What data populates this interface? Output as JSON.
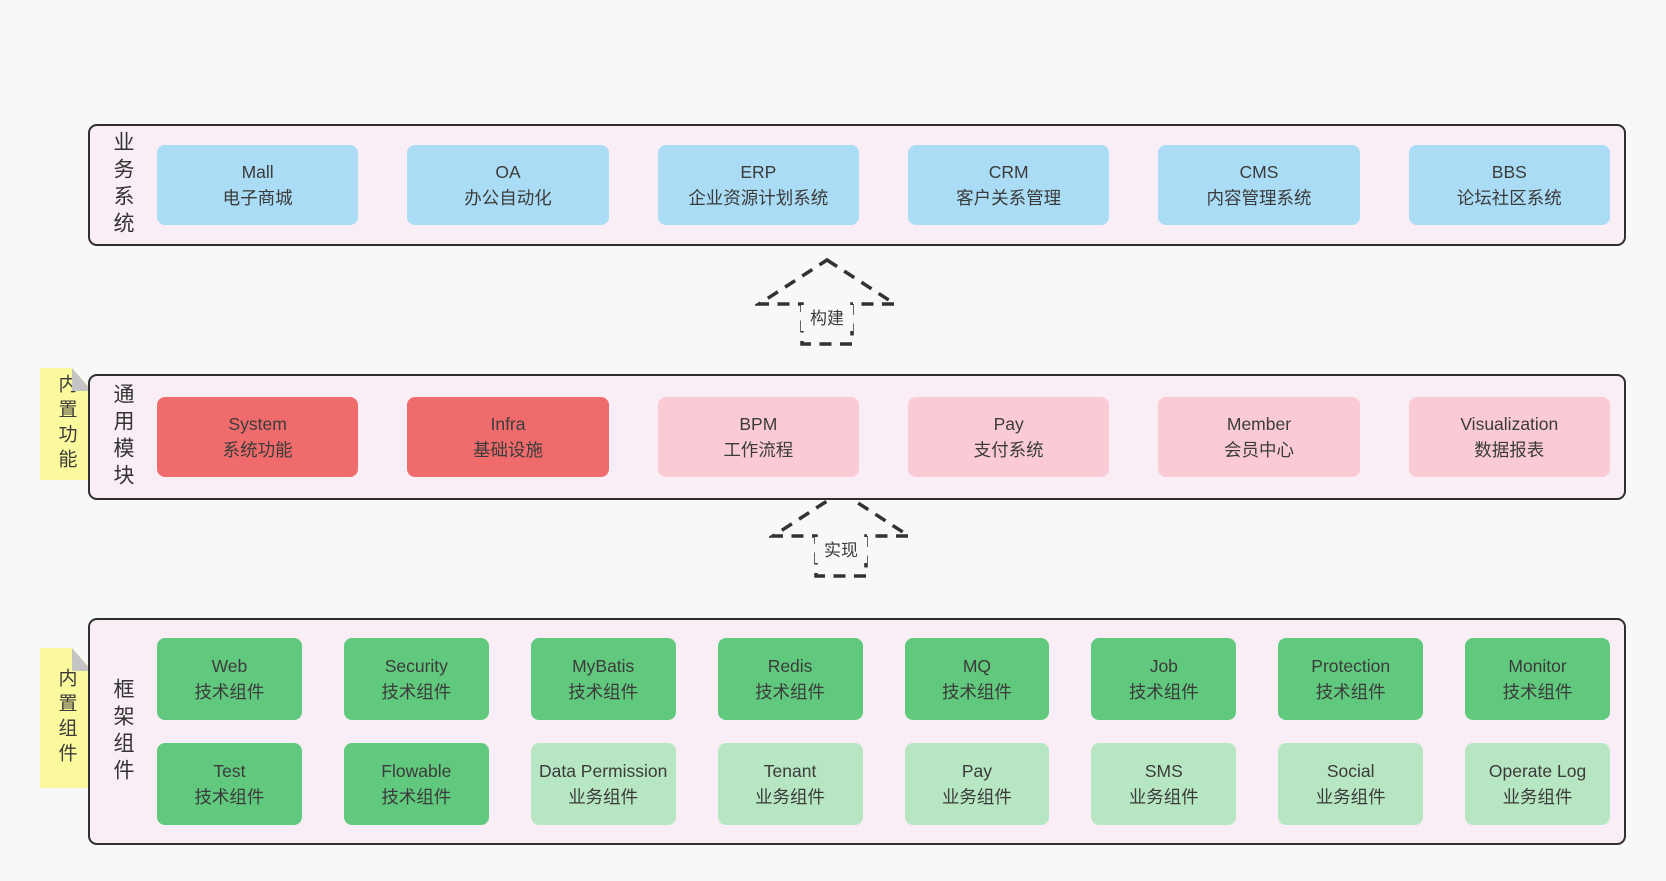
{
  "page": {
    "background": "#f8f8f8"
  },
  "colors": {
    "panel_bg": "#f9edf6",
    "panel_border": "#2f2f2f",
    "blue_box": "#aadcf5",
    "red_box": "#f06b6b",
    "pink_box": "#facbd4",
    "green_box": "#61c97d",
    "light_green_box": "#b7e6c2",
    "sticky_yellow": "#fbf99e",
    "sticky_fold_gray": "#c4c4c4",
    "text": "#3b3b3b"
  },
  "layers": [
    {
      "id": "business",
      "side_label": "业务系统",
      "sticky_label": null,
      "columns": 6,
      "rows": [
        [
          {
            "name": "Mall",
            "desc": "电子商城",
            "variant": "blue"
          },
          {
            "name": "OA",
            "desc": "办公自动化",
            "variant": "blue"
          },
          {
            "name": "ERP",
            "desc": "企业资源计划系统",
            "variant": "blue"
          },
          {
            "name": "CRM",
            "desc": "客户关系管理",
            "variant": "blue"
          },
          {
            "name": "CMS",
            "desc": "内容管理系统",
            "variant": "blue"
          },
          {
            "name": "BBS",
            "desc": "论坛社区系统",
            "variant": "blue"
          }
        ]
      ]
    },
    {
      "id": "modules",
      "side_label": "通用模块",
      "sticky_label": "内置功能",
      "columns": 6,
      "rows": [
        [
          {
            "name": "System",
            "desc": "系统功能",
            "variant": "red"
          },
          {
            "name": "Infra",
            "desc": "基础设施",
            "variant": "red"
          },
          {
            "name": "BPM",
            "desc": "工作流程",
            "variant": "pink"
          },
          {
            "name": "Pay",
            "desc": "支付系统",
            "variant": "pink"
          },
          {
            "name": "Member",
            "desc": "会员中心",
            "variant": "pink"
          },
          {
            "name": "Visualization",
            "desc": "数据报表",
            "variant": "pink"
          }
        ]
      ]
    },
    {
      "id": "components",
      "side_label": "框架组件",
      "sticky_label": "内置组件",
      "columns": 8,
      "rows": [
        [
          {
            "name": "Web",
            "desc": "技术组件",
            "variant": "green"
          },
          {
            "name": "Security",
            "desc": "技术组件",
            "variant": "green"
          },
          {
            "name": "MyBatis",
            "desc": "技术组件",
            "variant": "green"
          },
          {
            "name": "Redis",
            "desc": "技术组件",
            "variant": "green"
          },
          {
            "name": "MQ",
            "desc": "技术组件",
            "variant": "green"
          },
          {
            "name": "Job",
            "desc": "技术组件",
            "variant": "green"
          },
          {
            "name": "Protection",
            "desc": "技术组件",
            "variant": "green"
          },
          {
            "name": "Monitor",
            "desc": "技术组件",
            "variant": "green"
          }
        ],
        [
          {
            "name": "Test",
            "desc": "技术组件",
            "variant": "green"
          },
          {
            "name": "Flowable",
            "desc": "技术组件",
            "variant": "green"
          },
          {
            "name": "Data Permission",
            "desc": "业务组件",
            "variant": "green-light"
          },
          {
            "name": "Tenant",
            "desc": "业务组件",
            "variant": "green-light"
          },
          {
            "name": "Pay",
            "desc": "业务组件",
            "variant": "green-light"
          },
          {
            "name": "SMS",
            "desc": "业务组件",
            "variant": "green-light"
          },
          {
            "name": "Social",
            "desc": "业务组件",
            "variant": "green-light"
          },
          {
            "name": "Operate Log",
            "desc": "业务组件",
            "variant": "green-light"
          }
        ]
      ]
    }
  ],
  "arrows": [
    {
      "id": "build",
      "label": "构建"
    },
    {
      "id": "implement",
      "label": "实现"
    }
  ]
}
